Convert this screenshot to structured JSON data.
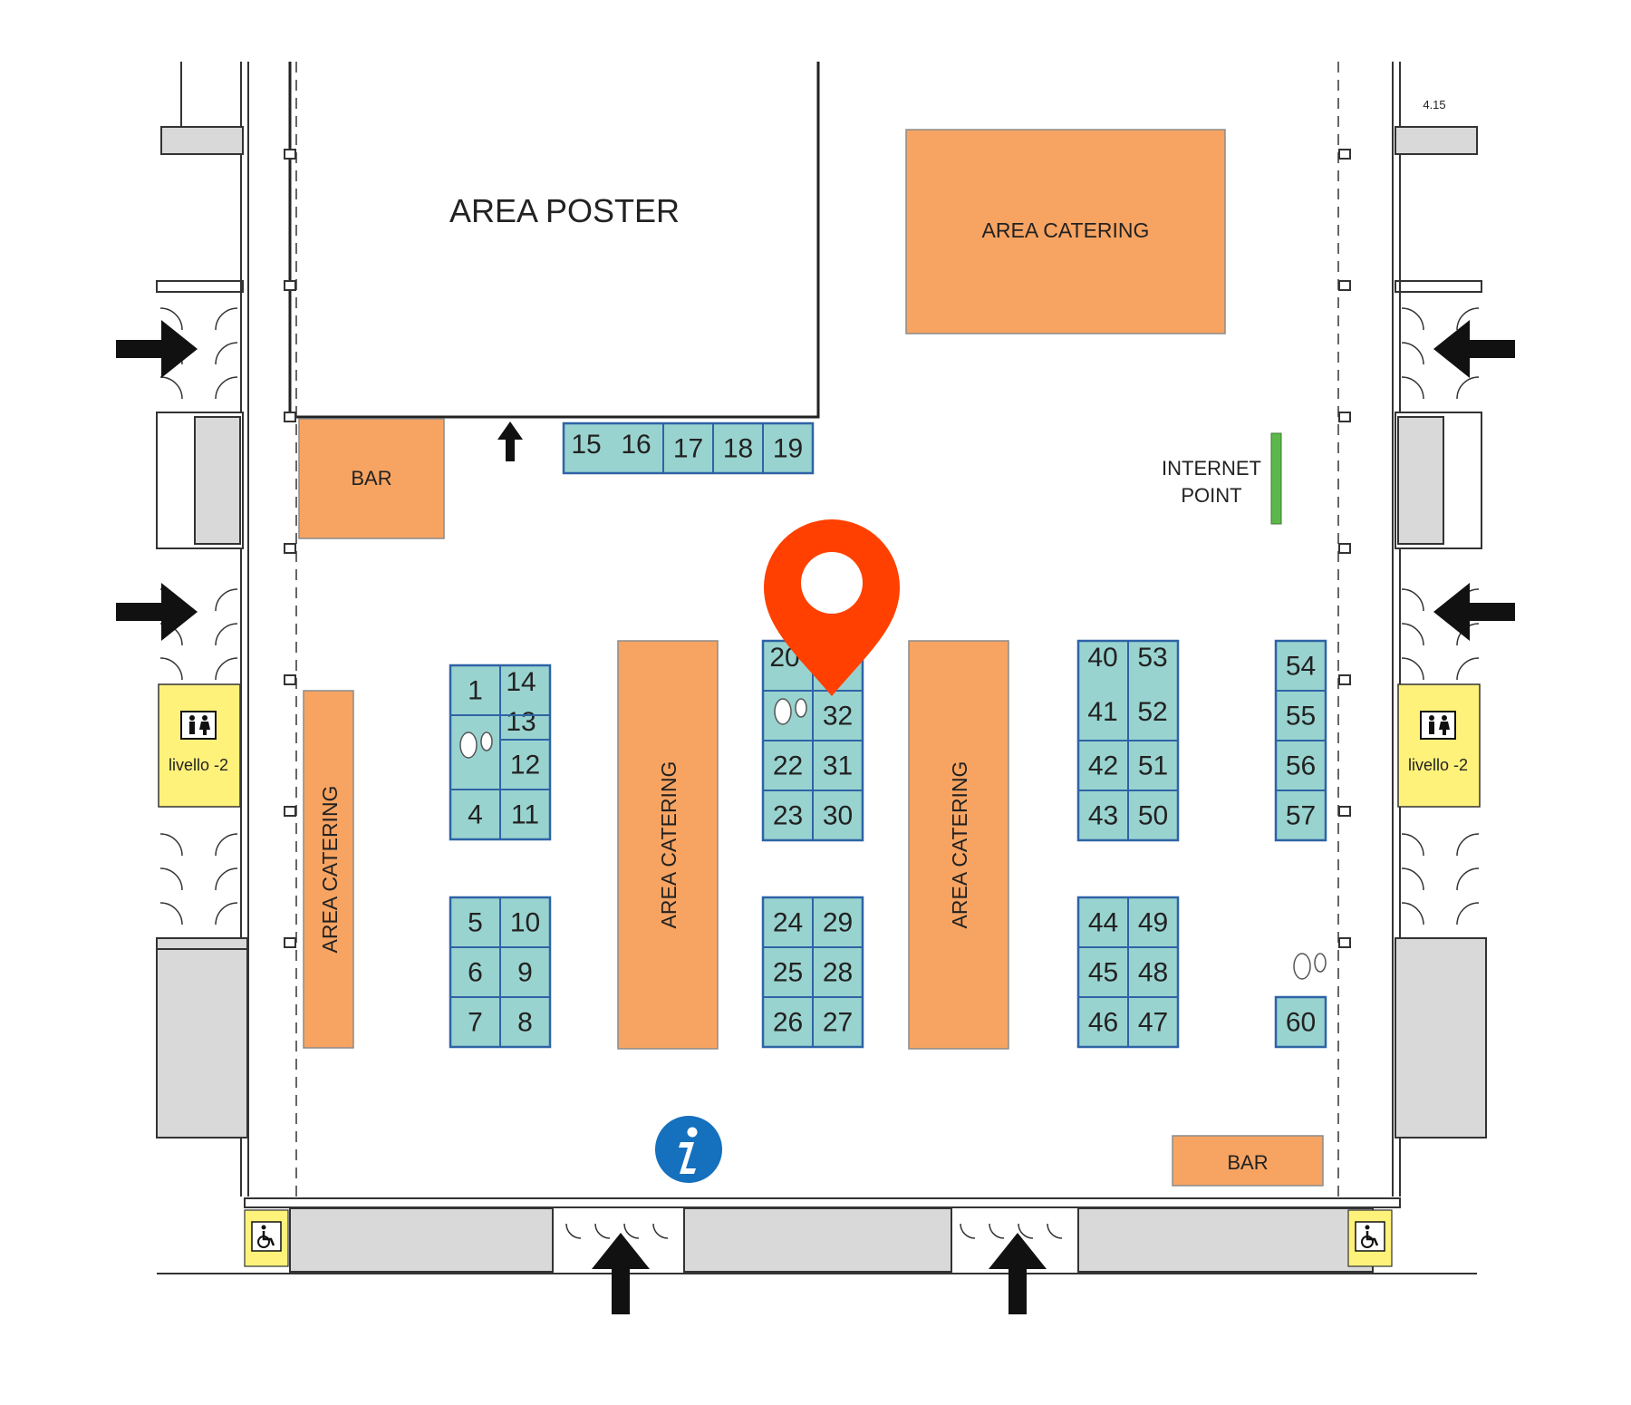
{
  "map": {
    "area_poster": "AREA POSTER",
    "catering_label": "AREA CATERING",
    "bar_label": "BAR",
    "internet_point": [
      "INTERNET",
      "POINT"
    ],
    "toilet_level": "livello -2",
    "dimension_note": "4.15",
    "colors": {
      "catering": "#f7a462",
      "booth": "#99d3cf",
      "booth_border": "#2e63a6",
      "corridor": "#d9d9d9",
      "toilet": "#fff27a",
      "internet": "#5cb84a",
      "pin": "#ff4000",
      "info": "#1570be",
      "arrow": "#111111"
    }
  },
  "booths": [
    "1",
    "4",
    "5",
    "6",
    "7",
    "8",
    "9",
    "10",
    "11",
    "12",
    "13",
    "14",
    "15",
    "16",
    "17",
    "18",
    "19",
    "20",
    "22",
    "23",
    "24",
    "25",
    "26",
    "27",
    "28",
    "29",
    "30",
    "31",
    "32",
    "40",
    "41",
    "42",
    "43",
    "44",
    "45",
    "46",
    "47",
    "48",
    "49",
    "50",
    "51",
    "52",
    "53",
    "54",
    "55",
    "56",
    "57",
    "60"
  ],
  "icons": [
    "location-pin-icon",
    "info-icon",
    "wheelchair-icon",
    "restroom-icon",
    "entrance-arrow-icon",
    "footprints-icon"
  ]
}
